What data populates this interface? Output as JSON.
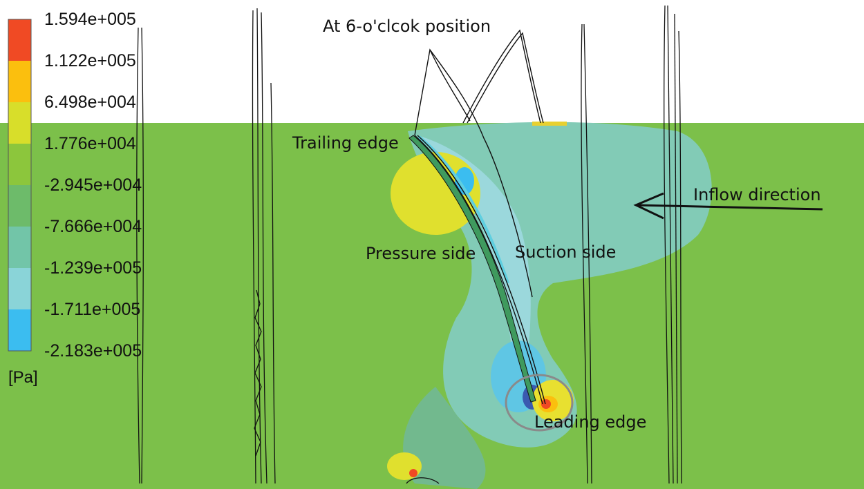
{
  "colorbar": {
    "unit": "[Pa]",
    "ticks": [
      "1.594e+005",
      "1.122e+005",
      "6.498e+004",
      "1.776e+004",
      "-2.945e+004",
      "-7.666e+004",
      "-1.239e+005",
      "-1.711e+005",
      "-2.183e+005"
    ],
    "band_colors": [
      "#f04a24",
      "#fbbf0e",
      "#d8de2a",
      "#8cc63c",
      "#6dbb6a",
      "#72c5a8",
      "#8ad4d8",
      "#3bbdf0",
      "#3a5ab0"
    ]
  },
  "annotations": {
    "six_oclock": "At 6-o'clcok position",
    "trailing_edge": "Trailing edge",
    "pressure_side": "Pressure side",
    "suction_side": "Suction side",
    "inflow_direction": "Inflow direction",
    "leading_edge": "Leading edge"
  },
  "colors": {
    "background_field": "#7cc04a",
    "low_pressure_region": "#82cbb6",
    "high_pressure_region": "#e0e02e",
    "outline": "#111111",
    "circle": "#8a8a8a"
  }
}
